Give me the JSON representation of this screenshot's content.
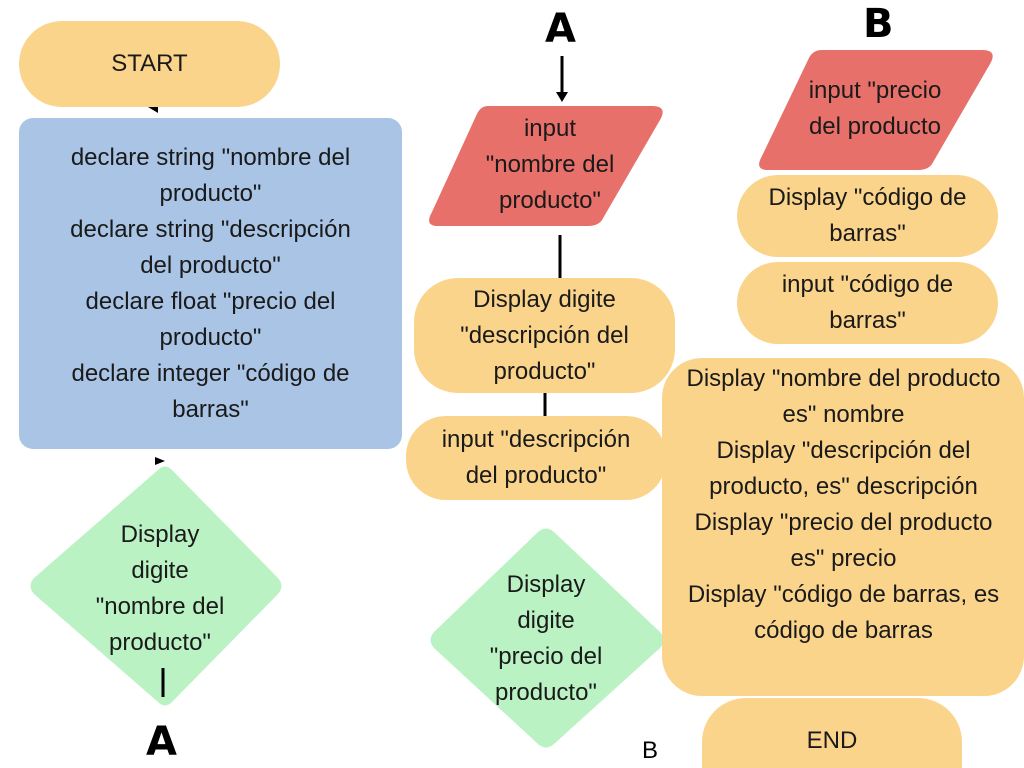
{
  "colors": {
    "terminal": "#fbd48c",
    "process": "#a9c4e5",
    "io": "#e8706a",
    "decision": "#baf2c3"
  },
  "start": "START",
  "declare": "declare string \"nombre del\nproducto\"\ndeclare string \"descripción\ndel producto\"\ndeclare float \"precio del\nproducto\"\ndeclare integer \"código de\nbarras\"",
  "decision_nombre": "Display\ndigite\n\"nombre del\nproducto\"",
  "connector_a_bottom": "A",
  "connector_a_top": "A",
  "input_nombre": "input\n\"nombre del\nproducto\"",
  "display_descripcion": "Display digite\n\"descripción del\nproducto\"",
  "input_descripcion": "input \"descripción\ndel producto\"",
  "decision_precio": "Display\ndigite\n\"precio del\nproducto\"",
  "connector_b_small": "B",
  "connector_b_top": "B",
  "input_precio": "input \"precio\ndel producto",
  "display_codigo": "Display \"código de\nbarras\"",
  "input_codigo": "input \"código de\nbarras\"",
  "display_summary": "Display \"nombre del producto\nes\" nombre\nDisplay \"descripción del\nproducto, es\" descripción\nDisplay \"precio del producto\nes\" precio\nDisplay \"código de barras, es\ncódigo de barras",
  "end": "END"
}
